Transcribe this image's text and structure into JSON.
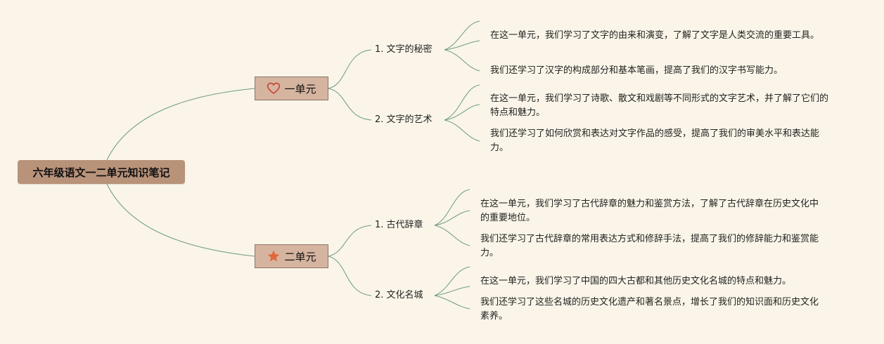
{
  "root": {
    "label": "六年级语文一二单元知识笔记"
  },
  "units": [
    {
      "label": "一单元",
      "icon": "heart-icon",
      "icon_color": "#c8493b",
      "topics": [
        {
          "label": "1. 文字的秘密",
          "notes": [
            "在这一单元，我们学习了文字的由来和演变，了解了文字是人类交流的重要工具。",
            "我们还学习了汉字的构成部分和基本笔画，提高了我们的汉字书写能力。"
          ]
        },
        {
          "label": "2. 文字的艺术",
          "notes": [
            "在这一单元，我们学习了诗歌、散文和戏剧等不同形式的文字艺术，并了解了它们的特点和魅力。",
            "我们还学习了如何欣赏和表达对文字作品的感受，提高了我们的审美水平和表达能力。"
          ]
        }
      ]
    },
    {
      "label": "二单元",
      "icon": "star-icon",
      "icon_color": "#e0683a",
      "topics": [
        {
          "label": "1. 古代辞章",
          "notes": [
            "在这一单元，我们学习了古代辞章的魅力和鉴赏方法，了解了古代辞章在历史文化中的重要地位。",
            "我们还学习了古代辞章的常用表达方式和修辞手法，提高了我们的修辞能力和鉴赏能力。"
          ]
        },
        {
          "label": "2. 文化名城",
          "notes": [
            "在这一单元，我们学习了中国的四大古都和其他历史文化名城的特点和魅力。",
            "我们还学习了这些名城的历史文化遗产和著名景点，增长了我们的知识面和历史文化素养。"
          ]
        }
      ]
    }
  ],
  "colors": {
    "background": "#faf5e8",
    "root_fill": "#b9927a",
    "unit_fill": "#d6b5a0",
    "connector": "#5f8f7a"
  }
}
